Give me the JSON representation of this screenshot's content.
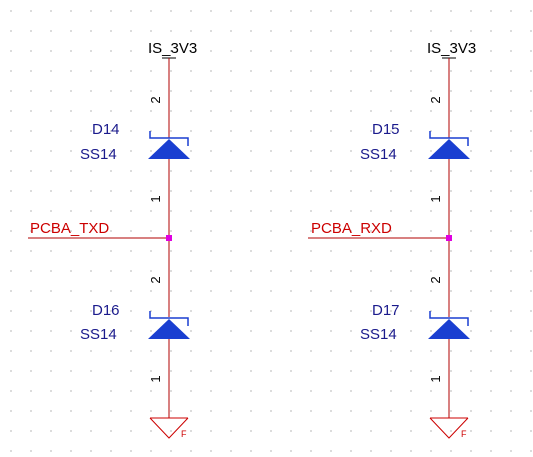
{
  "colors": {
    "wire": "#b00000",
    "diode": "#1a3fd1",
    "junction": "#e000e0",
    "ground": "#cc0000",
    "ref_text": "#1a1a8c"
  },
  "left": {
    "power_label": "IS_3V3",
    "net_label": "PCBA_TXD",
    "upper_diode": {
      "ref": "D14",
      "value": "SS14",
      "pin_top": "2",
      "pin_bottom": "1"
    },
    "lower_diode": {
      "ref": "D16",
      "value": "SS14",
      "pin_top": "2",
      "pin_bottom": "1"
    },
    "ground_label": "F"
  },
  "right": {
    "power_label": "IS_3V3",
    "net_label": "PCBA_RXD",
    "upper_diode": {
      "ref": "D15",
      "value": "SS14",
      "pin_top": "2",
      "pin_bottom": "1"
    },
    "lower_diode": {
      "ref": "D17",
      "value": "SS14",
      "pin_top": "2",
      "pin_bottom": "1"
    },
    "ground_label": "F"
  }
}
